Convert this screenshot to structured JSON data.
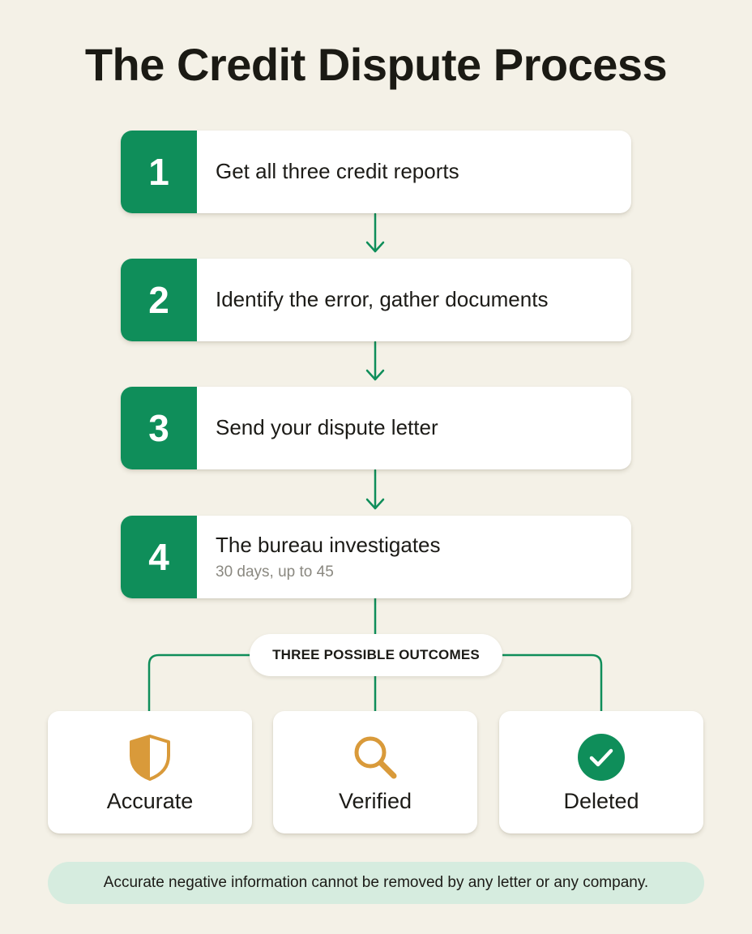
{
  "title": "The Credit Dispute Process",
  "steps": [
    {
      "number": "1",
      "text": "Get all three credit reports"
    },
    {
      "number": "2",
      "text": "Identify the error, gather documents"
    },
    {
      "number": "3",
      "text": "Send your dispute letter"
    },
    {
      "number": "4",
      "text": "The bureau investigates",
      "sub": "30 days, up to 45"
    }
  ],
  "outcomes_label": "THREE POSSIBLE OUTCOMES",
  "outcomes": [
    {
      "label": "Accurate",
      "icon": "shield-icon"
    },
    {
      "label": "Verified",
      "icon": "magnifier-icon"
    },
    {
      "label": "Deleted",
      "icon": "check-circle-icon"
    }
  ],
  "note": "Accurate negative information cannot be removed by any letter or any company.",
  "colors": {
    "background": "#f4f1e7",
    "accent_green": "#0f8e5a",
    "gold": "#d99a3a",
    "note_bg": "#d6ecdf"
  }
}
